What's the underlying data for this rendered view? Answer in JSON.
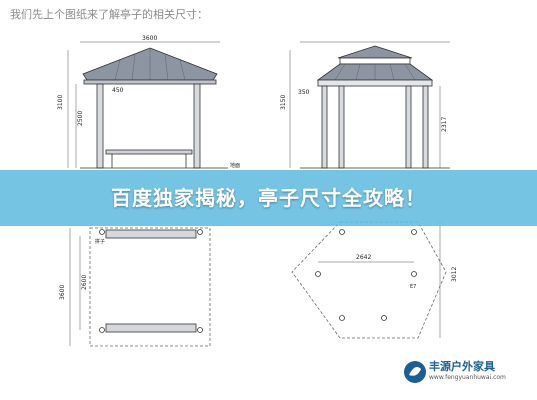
{
  "intro_text": "我们先上个图纸来了解亭子的相关尺寸：",
  "banner_title": "百度独家揭秘，亭子尺寸全攻略！",
  "front": {
    "width": "3600",
    "height": "3100",
    "post_height": "2500",
    "roof": "450",
    "floor_label": "地面"
  },
  "side": {
    "height": "3150",
    "roof": "350",
    "post_height": "2317"
  },
  "plan": {
    "depth": "3600",
    "width": "2600",
    "hole_label": "拼子"
  },
  "hex": {
    "inner": "2642",
    "outer": "3012",
    "note": "E7"
  },
  "logo": {
    "name": "丰源户外家具",
    "url": "www.fengyuanhuwai.com"
  },
  "colors": {
    "banner": "#60bade",
    "logo": "#1d5f92"
  }
}
